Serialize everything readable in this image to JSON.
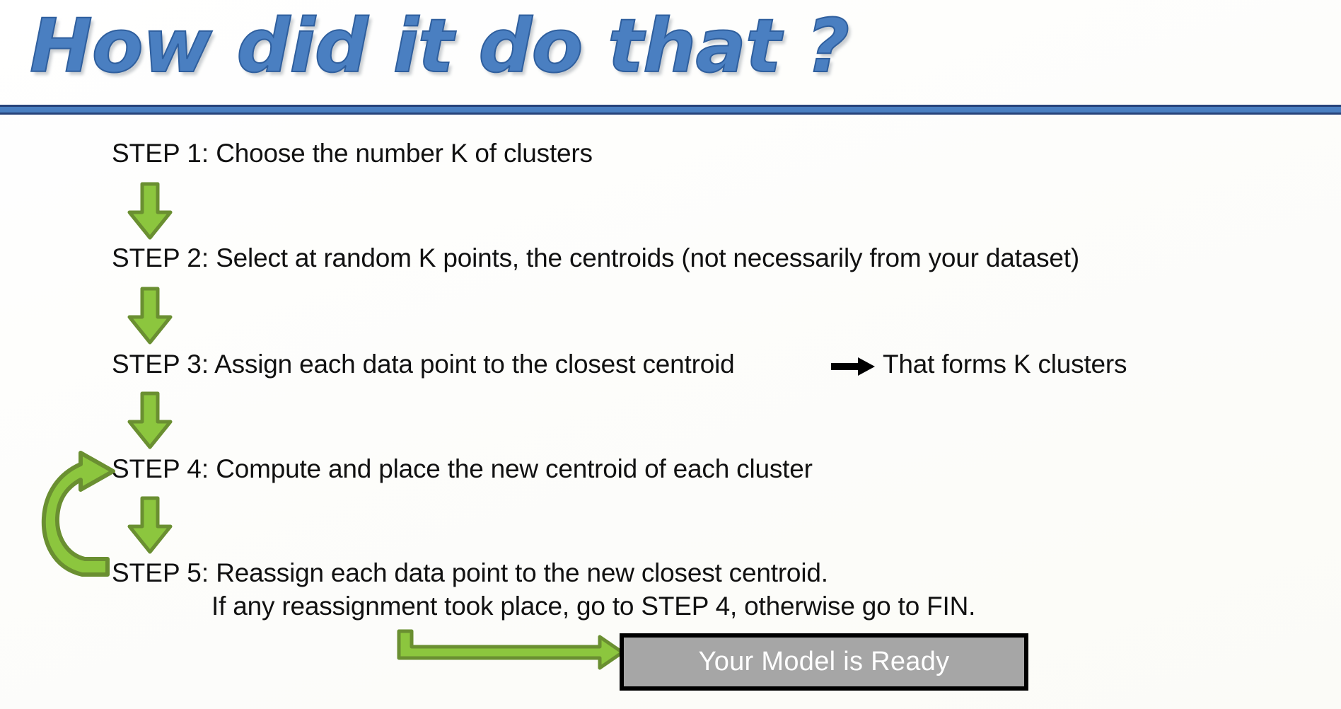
{
  "slide": {
    "title": "How did it do that ?",
    "title_color": "#4a7fc1",
    "divider_color": "#4a7fc1",
    "background_color": "#ffffff"
  },
  "steps": [
    {
      "label": "STEP 1:",
      "text": " Choose the number K of clusters"
    },
    {
      "label": "STEP 2:",
      "text": " Select at random K points, the centroids (not necessarily from your dataset)"
    },
    {
      "label": "STEP 3:",
      "text": " Assign each data point to the closest centroid",
      "tail": "That forms K clusters"
    },
    {
      "label": "STEP 4:",
      "text": " Compute and place the new centroid of each cluster"
    },
    {
      "label": "STEP 5:",
      "text": " Reassign each data point to the new closest centroid.",
      "text_line2": "If any reassignment took place, go to STEP 4, otherwise go to FIN."
    }
  ],
  "arrows": {
    "down_fill": "#8CC63E",
    "down_stroke": "#6A8F31",
    "loop_fill": "#8CC63E",
    "loop_stroke": "#6A8F31",
    "elbow_fill": "#8CC63E",
    "elbow_stroke": "#6A8F31",
    "inline_black": "#000000"
  },
  "result": {
    "label": "Your Model is Ready",
    "fill": "#a6a6a6",
    "border": "#000000",
    "text_color": "#ffffff"
  }
}
